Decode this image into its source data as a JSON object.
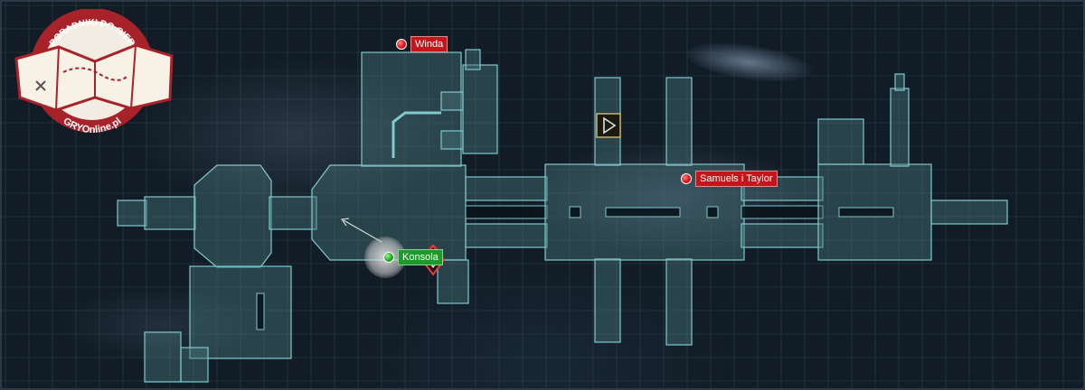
{
  "logo": {
    "top_text": "PORADNIKI DO GIER",
    "bottom_text": "GRYOnline.pl",
    "icon": "map-icon"
  },
  "markers": {
    "winda": {
      "label": "Winda",
      "color": "#c4151b"
    },
    "samuels": {
      "label": "Samuels i Taylor",
      "color": "#c4151b"
    },
    "konsola": {
      "label": "Konsola",
      "color": "#1e9a2d"
    }
  },
  "icons": {
    "door": "play-triangle-icon",
    "hazard": "hazard-diamond-icon",
    "player": "player-position-icon"
  },
  "colors": {
    "room_outline": "#7fc9cf",
    "grid": "#4a5a66",
    "background": "#111c26",
    "logo_ring": "#a8222a"
  }
}
